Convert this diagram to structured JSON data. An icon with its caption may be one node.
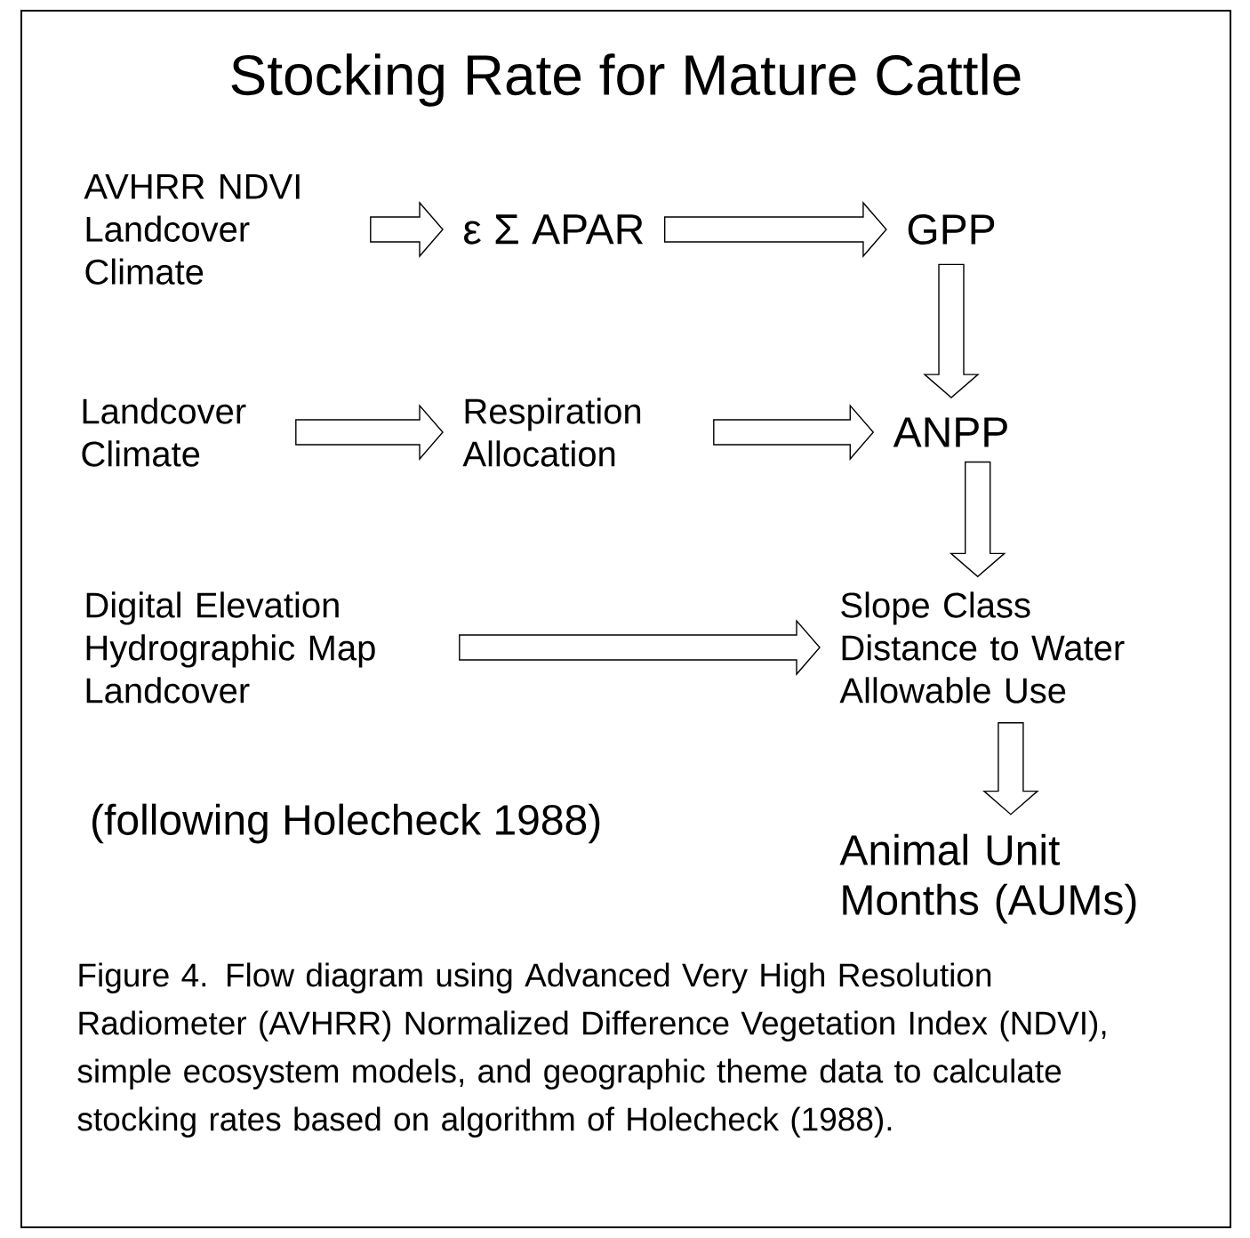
{
  "diagram": {
    "title": "Stocking Rate for Mature Cattle",
    "nodes": [
      {
        "text": [
          "AVHRR NDVI Landcover Climate"
        ]
      },
      {
        "text": [
          "ε Σ APAR"
        ]
      },
      {
        "text": [
          "GPP"
        ]
      },
      {
        "text": [
          "Landcover Climate"
        ]
      },
      {
        "text": [
          "Respiration Allocation"
        ]
      },
      {
        "text": [
          "ANPP"
        ]
      },
      {
        "text": [
          "Digital Elevation Hydrographic Map Landcover"
        ]
      },
      {
        "text": [
          "Slope Class Distance to Water Allowable Use"
        ]
      },
      {
        "text": [
          "Animal Unit Months (AUMs)"
        ]
      }
    ],
    "edges": [
      {
        "from": 0,
        "to": 1,
        "arrow": "to"
      },
      {
        "from": 1,
        "to": 2,
        "arrow": "to"
      },
      {
        "from": 2,
        "to": 5,
        "arrow": "to"
      },
      {
        "from": 3,
        "to": 4,
        "arrow": "to"
      },
      {
        "from": 4,
        "to": 5,
        "arrow": "to"
      },
      {
        "from": 5,
        "to": 7,
        "arrow": "to"
      },
      {
        "from": 6,
        "to": 7,
        "arrow": "to"
      },
      {
        "from": 7,
        "to": 8,
        "arrow": "to"
      }
    ],
    "labels": [
      "(following Holecheck 1988)"
    ],
    "caption": "Figure 4. Flow diagram using Advanced Very High Resolution Radiometer (AVHRR) Normalized Difference Vegetation Index (NDVI), simple ecosystem models, and geographic theme data to calculate stocking rates based on algorithm of Holecheck (1988)."
  }
}
